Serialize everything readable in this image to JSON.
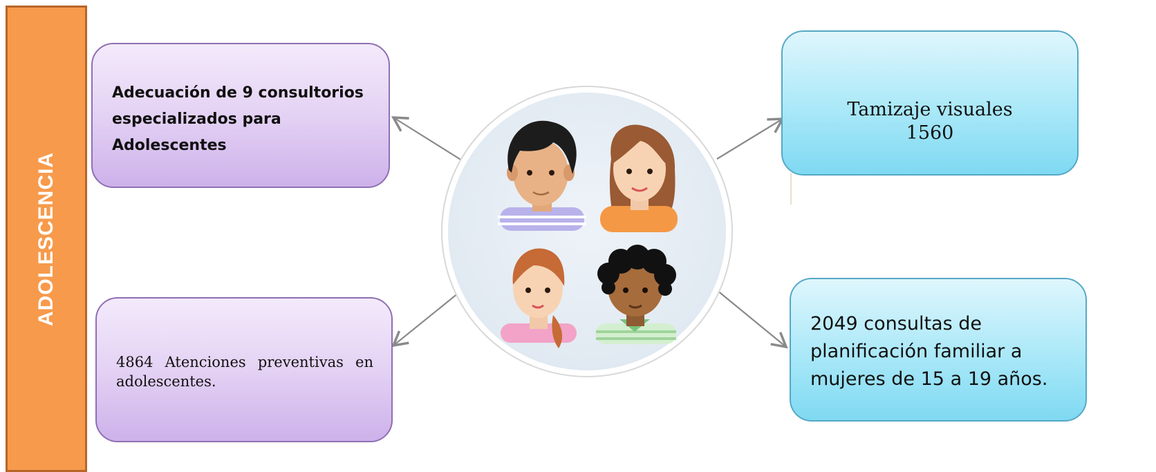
{
  "banner": {
    "label": "ADOLESCENCIA"
  },
  "boxes": {
    "top_left": {
      "lines": [
        "Adecuación de 9 consultorios",
        "especializados para",
        "Adolescentes"
      ]
    },
    "bottom_left": {
      "text": "4864 Atenciones preventivas en adolescentes."
    },
    "top_right": {
      "lines": [
        "Tamizaje visuales",
        "1560"
      ]
    },
    "bottom_right": {
      "lines": [
        "2049 consultas de",
        "planificación familiar a",
        "mujeres de 15 a 19 años."
      ]
    }
  },
  "center_illustration": {
    "icon": "four-adolescents-group-icon",
    "people": [
      "boy-dark-hair",
      "girl-brown-hair",
      "girl-ponytail",
      "boy-curly-hair"
    ]
  },
  "colors": {
    "banner": "#f79a4b",
    "purple_box": "#d9c3f0",
    "blue_box": "#a9e8f8",
    "connector": "#8a8a8a"
  }
}
